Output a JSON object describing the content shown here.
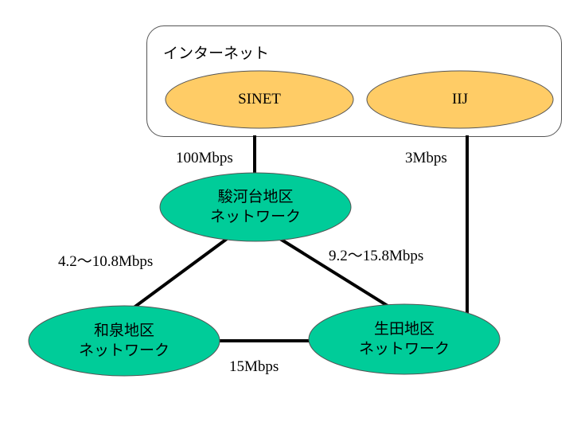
{
  "colors": {
    "isp": "#FFCC66",
    "campus": "#00CC99",
    "line": "#000000",
    "border": "#555555"
  },
  "internet": {
    "title": "インターネット"
  },
  "nodes": {
    "sinet": {
      "label": "SINET"
    },
    "iij": {
      "label": "IIJ"
    },
    "surugadai": {
      "line1": "駿河台地区",
      "line2": "ネットワーク"
    },
    "izumi": {
      "line1": "和泉地区",
      "line2": "ネットワーク"
    },
    "ikuta": {
      "line1": "生田地区",
      "line2": "ネットワーク"
    }
  },
  "links": {
    "sinet_surugadai": "100Mbps",
    "iij_ikuta": "3Mbps",
    "surugadai_izumi": "4.2〜10.8Mbps",
    "surugadai_ikuta": "9.2〜15.8Mbps",
    "izumi_ikuta": "15Mbps"
  }
}
